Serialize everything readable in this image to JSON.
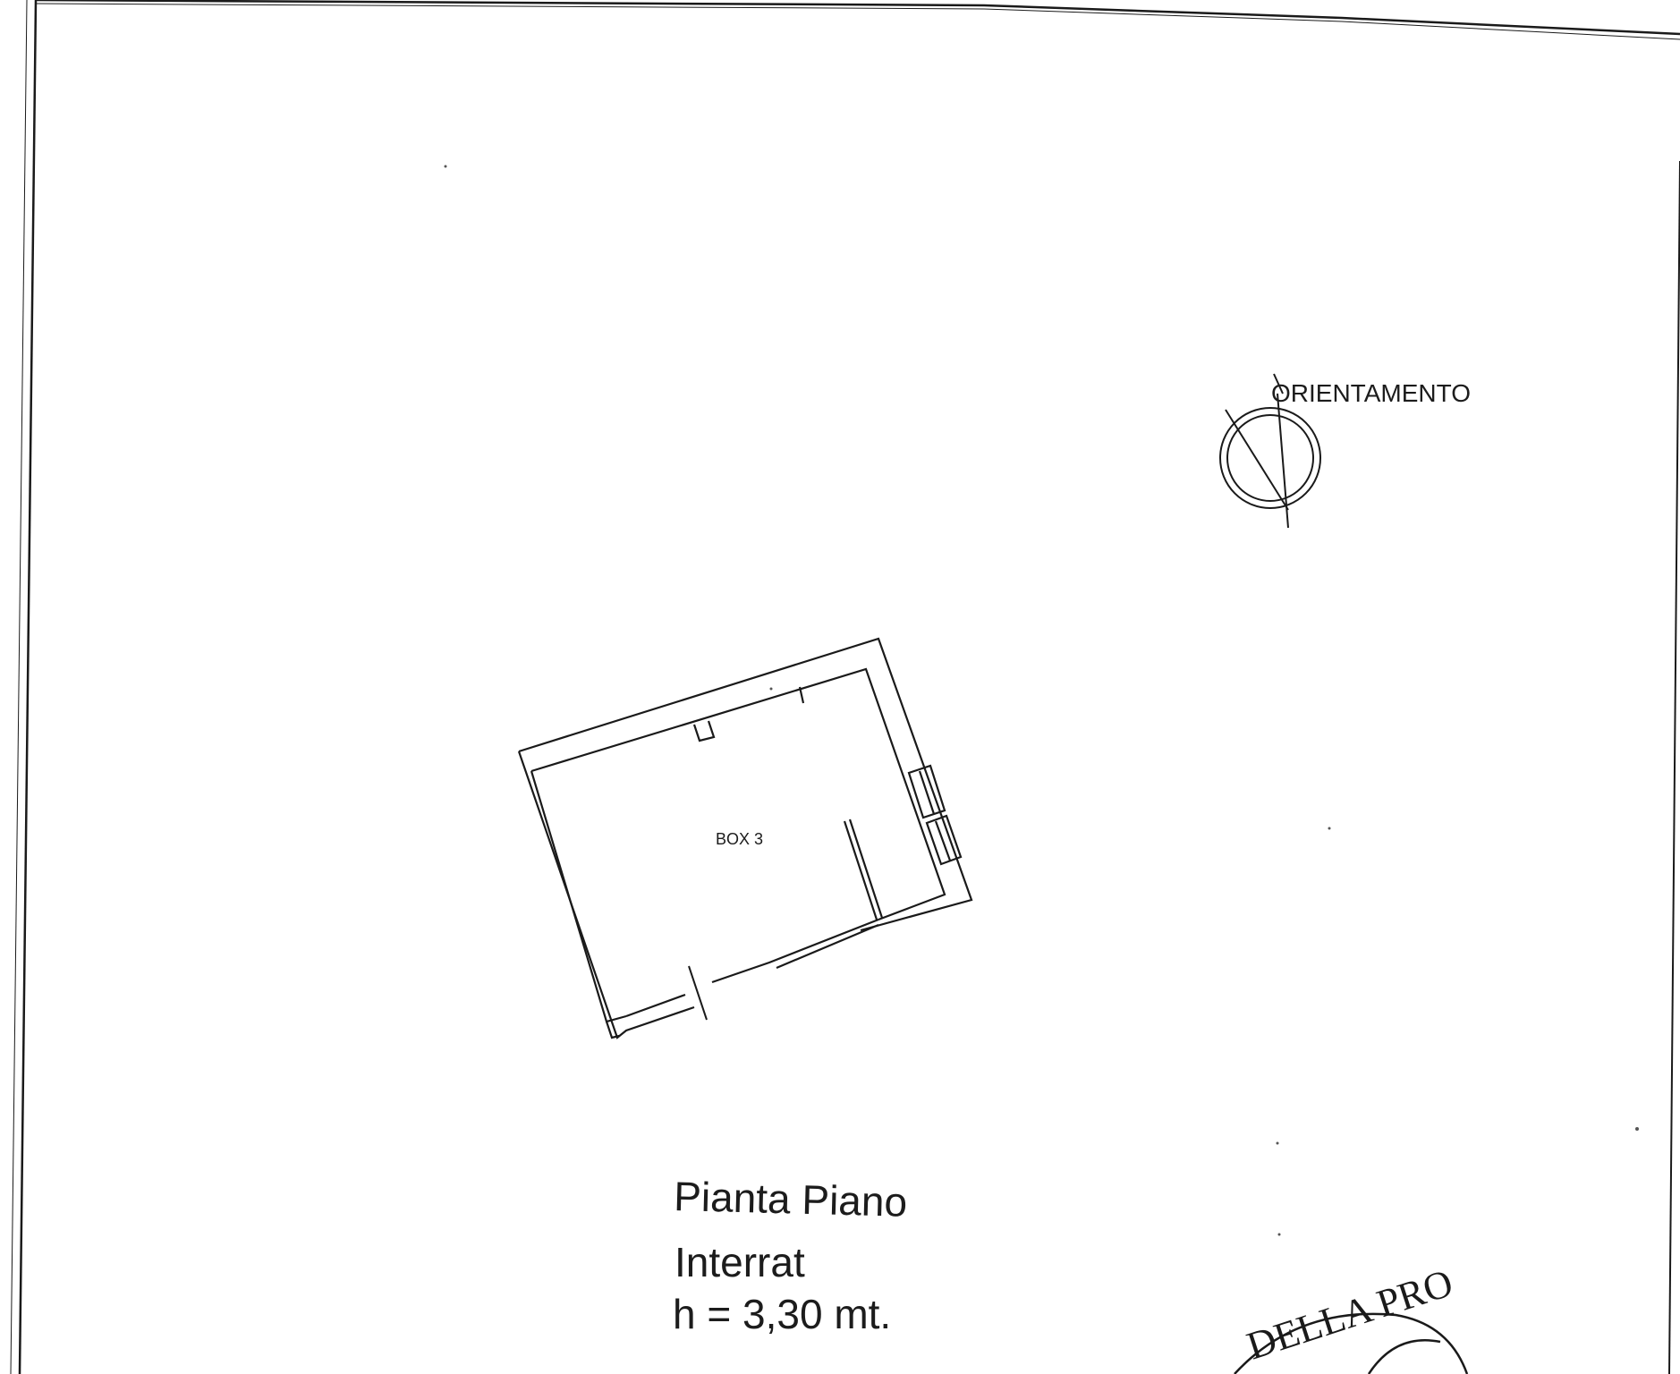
{
  "orientation": {
    "label": "ORIENTAMENTO",
    "icon": "north-arrow-icon"
  },
  "room": {
    "label": "BOX 3"
  },
  "plan_title": {
    "line1": "Pianta Piano",
    "line2": "Interrat",
    "line3": "h = 3,30 mt."
  },
  "stamp": {
    "text": "DELLA PRO",
    "icon": "official-stamp-icon"
  },
  "colors": {
    "ink": "#1a1a1a",
    "paper": "#ffffff"
  }
}
